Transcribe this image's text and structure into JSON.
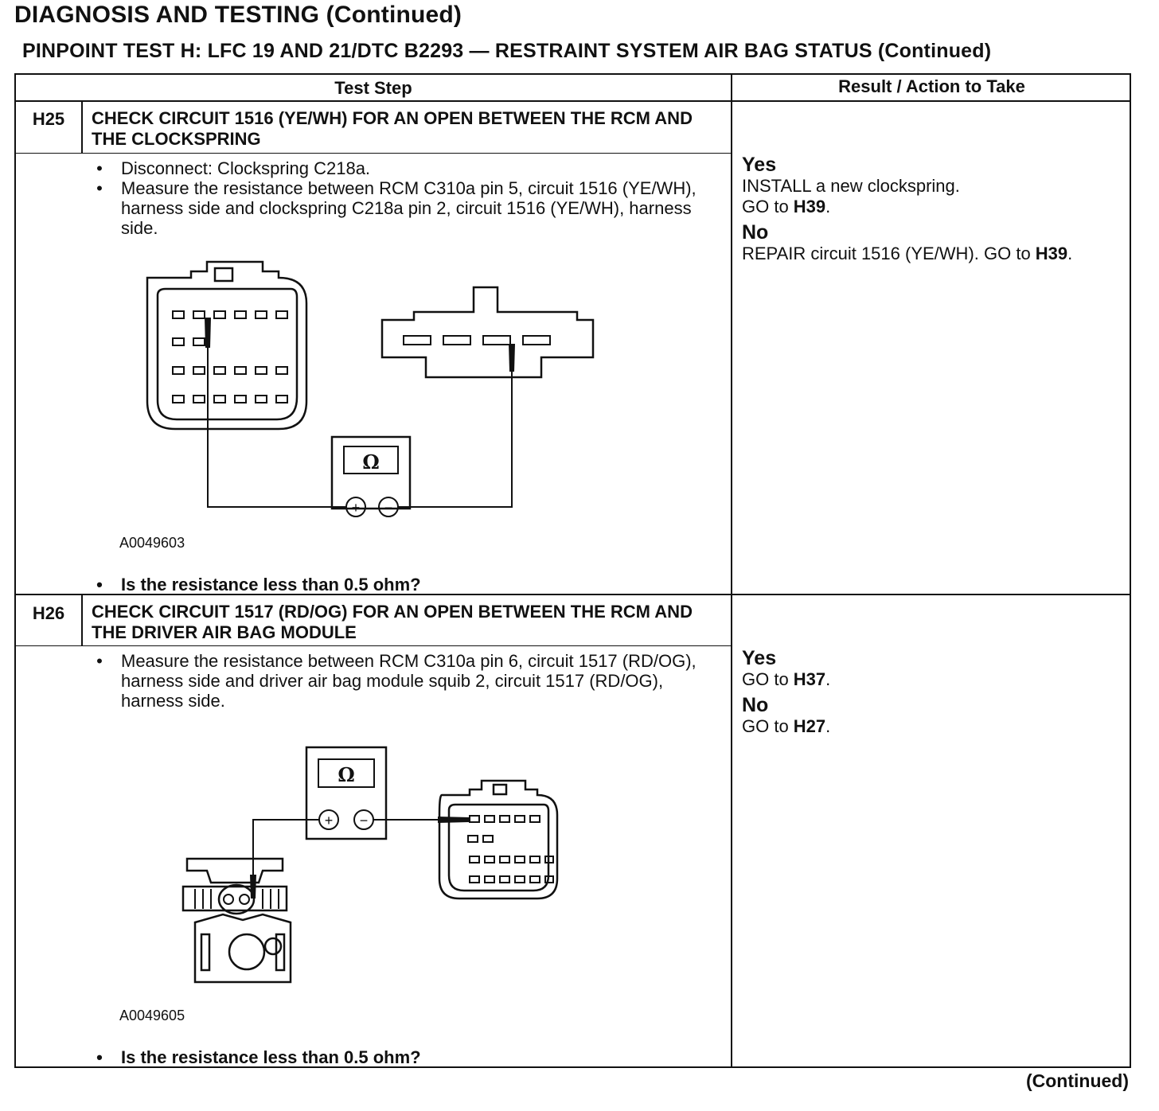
{
  "header": {
    "page_title": "DIAGNOSIS AND TESTING (Continued)",
    "test_title": "PINPOINT TEST H:  LFC 19 AND 21/DTC B2293 — RESTRAINT SYSTEM AIR BAG STATUS (Continued)"
  },
  "table": {
    "col_test_step": "Test Step",
    "col_result": "Result / Action to Take"
  },
  "steps": [
    {
      "id": "H25",
      "title": "CHECK CIRCUIT 1516 (YE/WH) FOR AN OPEN BETWEEN THE RCM AND THE CLOCKSPRING",
      "bullets": [
        "Disconnect: Clockspring C218a.",
        "Measure the resistance between RCM C310a pin 5, circuit 1516 (YE/WH), harness side and clockspring C218a pin 2, circuit 1516 (YE/WH), harness side."
      ],
      "figure_id": "A0049603",
      "ohm_symbol": "Ω",
      "plus": "+",
      "minus": "−",
      "question": "Is the resistance less than 0.5 ohm?",
      "yes_label": "Yes",
      "yes_line1": "INSTALL a new clockspring.",
      "yes_go": "GO to ",
      "yes_target": "H39",
      "no_label": "No",
      "no_line1": "REPAIR circuit 1516 (YE/WH). GO to ",
      "no_target": "H39"
    },
    {
      "id": "H26",
      "title": "CHECK CIRCUIT 1517 (RD/OG) FOR AN OPEN BETWEEN THE RCM AND THE DRIVER AIR BAG MODULE",
      "bullets": [
        "Measure the resistance between RCM C310a pin 6, circuit 1517 (RD/OG), harness side and driver air bag module squib 2, circuit 1517 (RD/OG), harness side."
      ],
      "figure_id": "A0049605",
      "ohm_symbol": "Ω",
      "plus": "+",
      "minus": "−",
      "question": "Is the resistance less than 0.5 ohm?",
      "yes_label": "Yes",
      "yes_go": "GO to ",
      "yes_target": "H37",
      "no_label": "No",
      "no_go": "GO to ",
      "no_target": "H27"
    }
  ],
  "footer": {
    "continued": "(Continued)"
  }
}
